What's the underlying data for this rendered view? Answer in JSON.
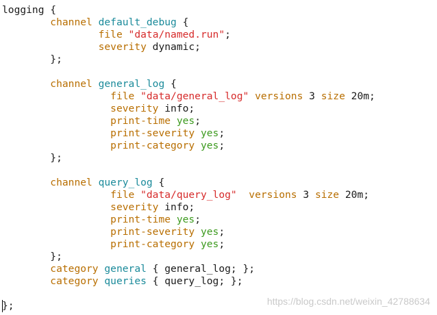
{
  "lines": [
    [
      {
        "t": "logging {",
        "c": "plain"
      }
    ],
    [
      {
        "t": "        ",
        "c": "plain"
      },
      {
        "t": "channel",
        "c": "kw"
      },
      {
        "t": " ",
        "c": "plain"
      },
      {
        "t": "default_debug",
        "c": "id"
      },
      {
        "t": " {",
        "c": "plain"
      }
    ],
    [
      {
        "t": "                ",
        "c": "plain"
      },
      {
        "t": "file",
        "c": "kw"
      },
      {
        "t": " ",
        "c": "plain"
      },
      {
        "t": "\"data/named.run\"",
        "c": "str"
      },
      {
        "t": ";",
        "c": "plain"
      }
    ],
    [
      {
        "t": "                ",
        "c": "plain"
      },
      {
        "t": "severity",
        "c": "kw"
      },
      {
        "t": " dynamic;",
        "c": "plain"
      }
    ],
    [
      {
        "t": "        };",
        "c": "plain"
      }
    ],
    [
      {
        "t": "",
        "c": "plain"
      }
    ],
    [
      {
        "t": "        ",
        "c": "plain"
      },
      {
        "t": "channel",
        "c": "kw"
      },
      {
        "t": " ",
        "c": "plain"
      },
      {
        "t": "general_log",
        "c": "id"
      },
      {
        "t": " {",
        "c": "plain"
      }
    ],
    [
      {
        "t": "                  ",
        "c": "plain"
      },
      {
        "t": "file",
        "c": "kw"
      },
      {
        "t": " ",
        "c": "plain"
      },
      {
        "t": "\"data/general_log\"",
        "c": "str"
      },
      {
        "t": " ",
        "c": "plain"
      },
      {
        "t": "versions",
        "c": "kw"
      },
      {
        "t": " 3 ",
        "c": "plain"
      },
      {
        "t": "size",
        "c": "kw"
      },
      {
        "t": " 20m;",
        "c": "plain"
      }
    ],
    [
      {
        "t": "                  ",
        "c": "plain"
      },
      {
        "t": "severity",
        "c": "kw"
      },
      {
        "t": " info;",
        "c": "plain"
      }
    ],
    [
      {
        "t": "                  ",
        "c": "plain"
      },
      {
        "t": "print-time",
        "c": "kw"
      },
      {
        "t": " ",
        "c": "plain"
      },
      {
        "t": "yes",
        "c": "bool"
      },
      {
        "t": ";",
        "c": "plain"
      }
    ],
    [
      {
        "t": "                  ",
        "c": "plain"
      },
      {
        "t": "print-severity",
        "c": "kw"
      },
      {
        "t": " ",
        "c": "plain"
      },
      {
        "t": "yes",
        "c": "bool"
      },
      {
        "t": ";",
        "c": "plain"
      }
    ],
    [
      {
        "t": "                  ",
        "c": "plain"
      },
      {
        "t": "print-category",
        "c": "kw"
      },
      {
        "t": " ",
        "c": "plain"
      },
      {
        "t": "yes",
        "c": "bool"
      },
      {
        "t": ";",
        "c": "plain"
      }
    ],
    [
      {
        "t": "        };",
        "c": "plain"
      }
    ],
    [
      {
        "t": "",
        "c": "plain"
      }
    ],
    [
      {
        "t": "        ",
        "c": "plain"
      },
      {
        "t": "channel",
        "c": "kw"
      },
      {
        "t": " ",
        "c": "plain"
      },
      {
        "t": "query_log",
        "c": "id"
      },
      {
        "t": " {",
        "c": "plain"
      }
    ],
    [
      {
        "t": "                  ",
        "c": "plain"
      },
      {
        "t": "file",
        "c": "kw"
      },
      {
        "t": " ",
        "c": "plain"
      },
      {
        "t": "\"data/query_log\"",
        "c": "str"
      },
      {
        "t": "  ",
        "c": "plain"
      },
      {
        "t": "versions",
        "c": "kw"
      },
      {
        "t": " 3 ",
        "c": "plain"
      },
      {
        "t": "size",
        "c": "kw"
      },
      {
        "t": " 20m;",
        "c": "plain"
      }
    ],
    [
      {
        "t": "                  ",
        "c": "plain"
      },
      {
        "t": "severity",
        "c": "kw"
      },
      {
        "t": " info;",
        "c": "plain"
      }
    ],
    [
      {
        "t": "                  ",
        "c": "plain"
      },
      {
        "t": "print-time",
        "c": "kw"
      },
      {
        "t": " ",
        "c": "plain"
      },
      {
        "t": "yes",
        "c": "bool"
      },
      {
        "t": ";",
        "c": "plain"
      }
    ],
    [
      {
        "t": "                  ",
        "c": "plain"
      },
      {
        "t": "print-severity",
        "c": "kw"
      },
      {
        "t": " ",
        "c": "plain"
      },
      {
        "t": "yes",
        "c": "bool"
      },
      {
        "t": ";",
        "c": "plain"
      }
    ],
    [
      {
        "t": "                  ",
        "c": "plain"
      },
      {
        "t": "print-category",
        "c": "kw"
      },
      {
        "t": " ",
        "c": "plain"
      },
      {
        "t": "yes",
        "c": "bool"
      },
      {
        "t": ";",
        "c": "plain"
      }
    ],
    [
      {
        "t": "        };",
        "c": "plain"
      }
    ],
    [
      {
        "t": "        ",
        "c": "plain"
      },
      {
        "t": "category",
        "c": "kw"
      },
      {
        "t": " ",
        "c": "plain"
      },
      {
        "t": "general",
        "c": "id"
      },
      {
        "t": " { general_log; };",
        "c": "plain"
      }
    ],
    [
      {
        "t": "        ",
        "c": "plain"
      },
      {
        "t": "category",
        "c": "kw"
      },
      {
        "t": " ",
        "c": "plain"
      },
      {
        "t": "queries",
        "c": "id"
      },
      {
        "t": " { query_log; };",
        "c": "plain"
      }
    ],
    [
      {
        "t": "",
        "c": "plain"
      }
    ],
    [
      {
        "t": "};",
        "c": "plain"
      }
    ]
  ],
  "watermark": "https://blog.csdn.net/weixin_42788634",
  "colors": {
    "keyword": "#b86e00",
    "identifier": "#1a8a9a",
    "string": "#d62a2a",
    "boolean": "#3c9a1e",
    "text": "#1a1a1a",
    "background": "#ffffff"
  }
}
